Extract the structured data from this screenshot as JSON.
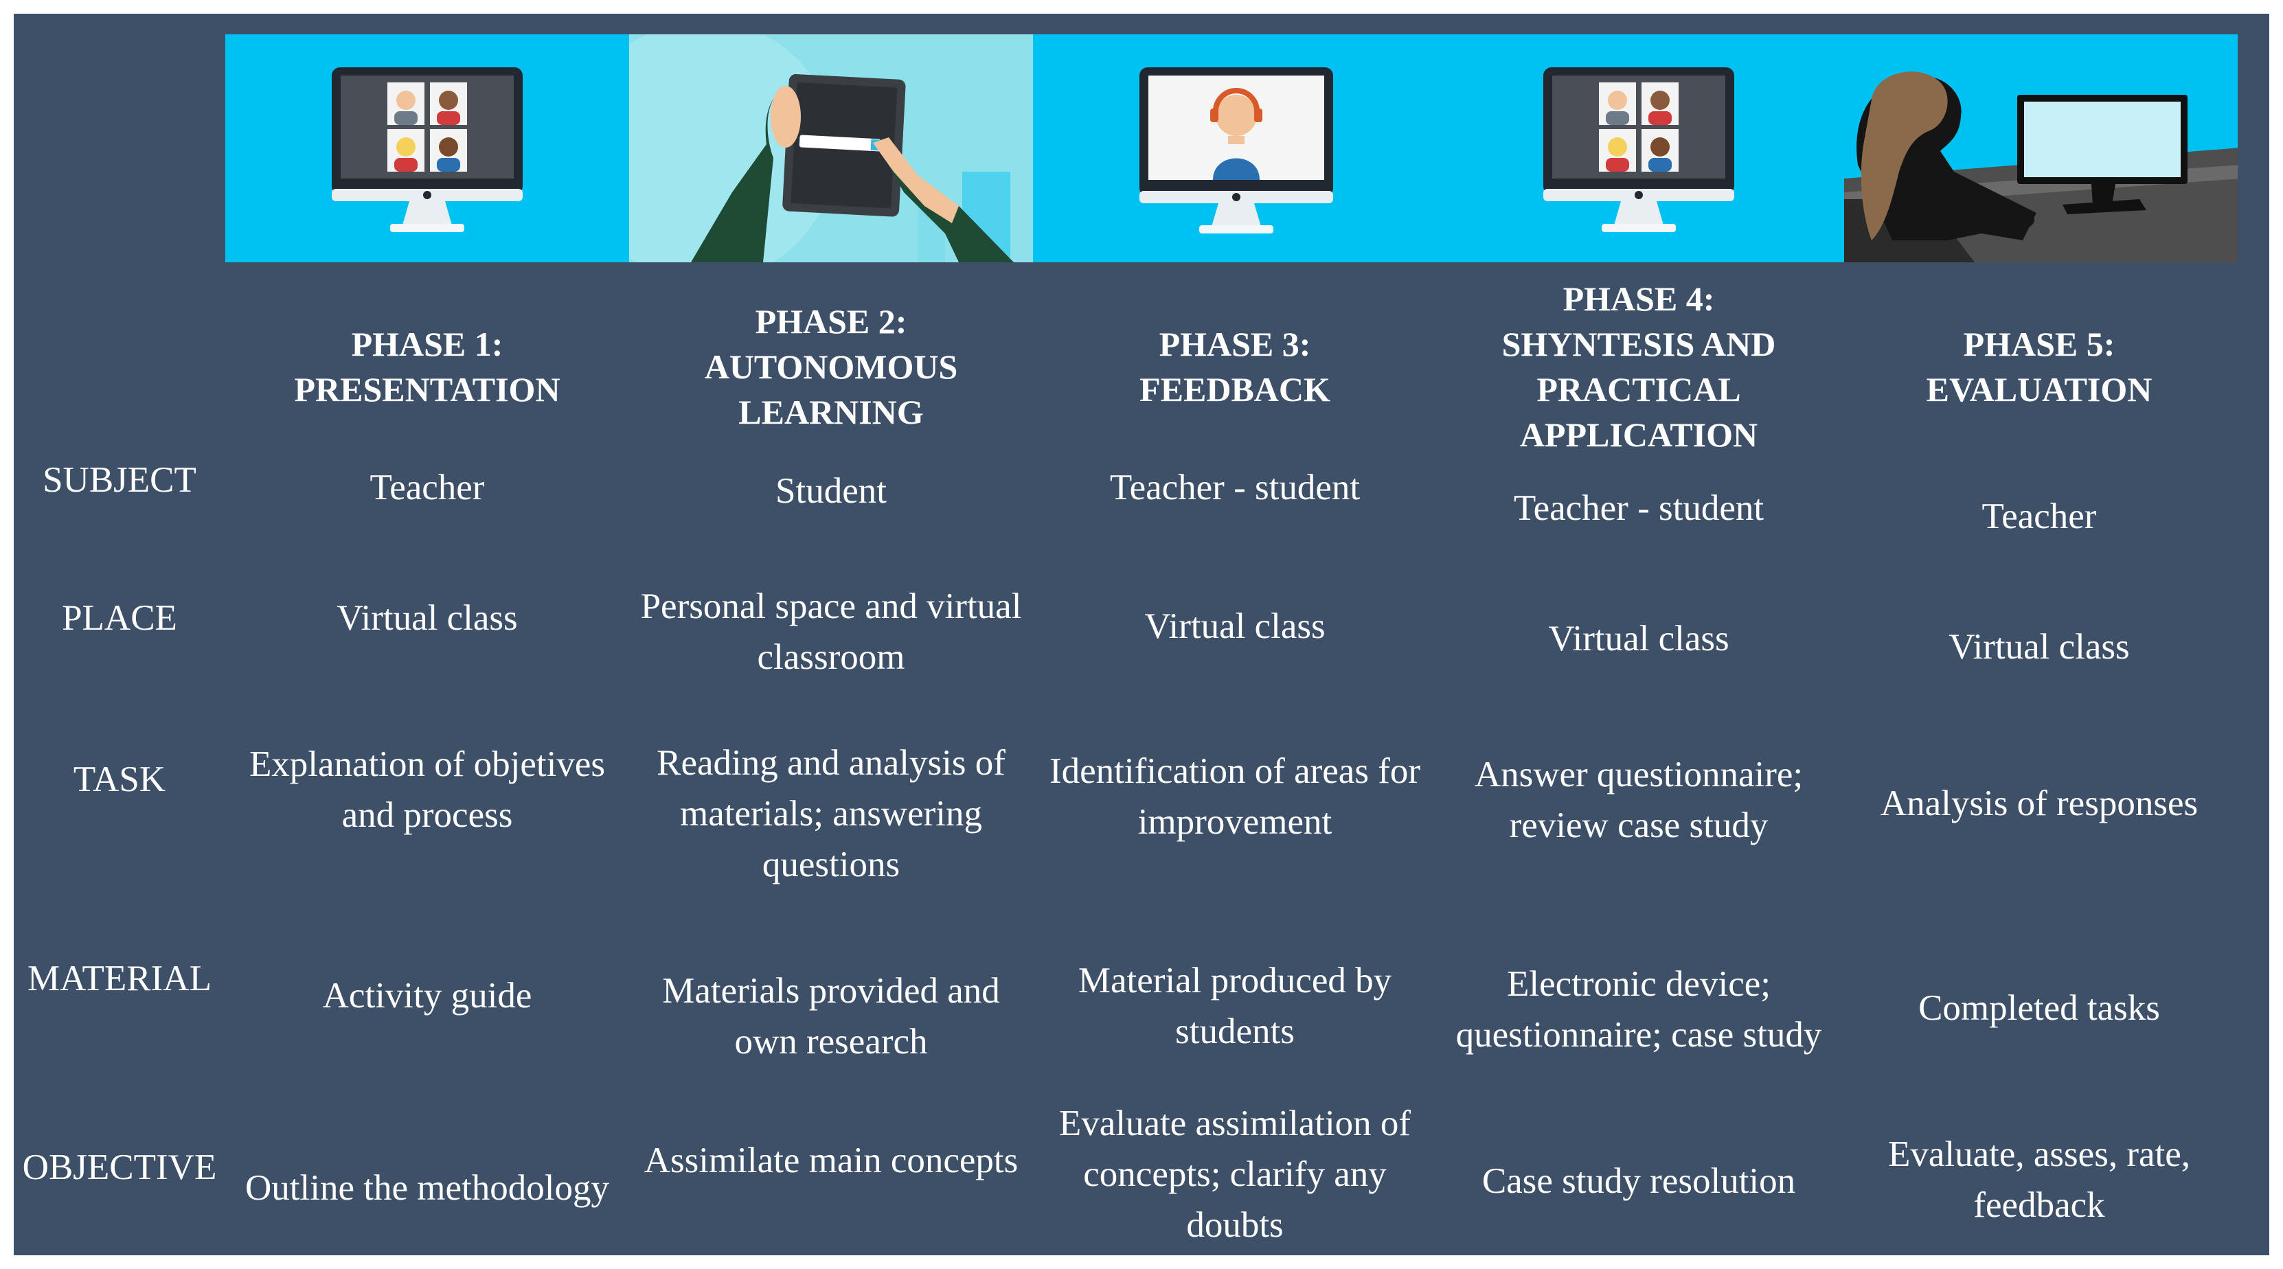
{
  "phases": [
    {
      "line1": "PHASE 1:",
      "line2": "PRESENTATION",
      "line3": ""
    },
    {
      "line1": "PHASE 2:",
      "line2": "AUTONOMOUS",
      "line3": "LEARNING"
    },
    {
      "line1": "PHASE 3:",
      "line2": "FEEDBACK",
      "line3": ""
    },
    {
      "line1": "PHASE 4:",
      "line2": "SHYNTESIS AND",
      "line3": "PRACTICAL",
      "line4": "APPLICATION"
    },
    {
      "line1": "PHASE 5:",
      "line2": "EVALUATION",
      "line3": ""
    }
  ],
  "rows": [
    {
      "label": "SUBJECT",
      "cells": [
        "Teacher",
        "Student",
        "Teacher - student",
        "Teacher - student",
        "Teacher"
      ]
    },
    {
      "label": "PLACE",
      "cells": [
        "Virtual class",
        "Personal space and virtual classroom",
        "Virtual class",
        "Virtual class",
        "Virtual class"
      ]
    },
    {
      "label": "TASK",
      "cells": [
        "Explanation of objetives and process",
        "Reading and analysis of materials; answering questions",
        "Identification of areas for improvement",
        "Answer questionnaire; review case study",
        "Analysis of responses"
      ]
    },
    {
      "label": "MATERIAL",
      "cells": [
        "Activity guide",
        "Materials provided and own research",
        "Material produced by students",
        "Electronic device; questionnaire; case study",
        "Completed tasks"
      ]
    },
    {
      "label": "OBJECTIVE",
      "cells": [
        "Outline the methodology",
        "Assimilate main concepts",
        "Evaluate assimilation of concepts; clarify any doubts",
        "Case study resolution",
        "Evaluate, asses, rate, feedback"
      ]
    }
  ],
  "images": [
    {
      "icon": "video-conference-monitor-icon"
    },
    {
      "icon": "tablet-search-icon"
    },
    {
      "icon": "headset-support-monitor-icon"
    },
    {
      "icon": "video-conference-monitor-icon"
    },
    {
      "icon": "person-at-computer-icon"
    }
  ],
  "colors": {
    "background": "#3d5068",
    "image_sky": "#00c2f2",
    "text": "#ffffff"
  }
}
